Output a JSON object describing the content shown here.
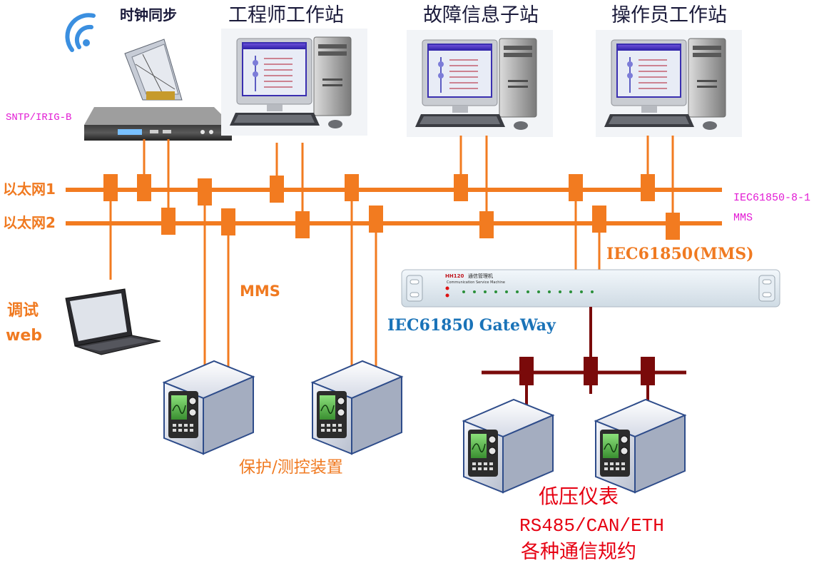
{
  "titles": {
    "time_sync": "时钟同步",
    "engineer_station": "工程师工作站",
    "fault_substation": "故障信息子站",
    "operator_station": "操作员工作站"
  },
  "protocols": {
    "sntp": "SNTP/IRIG-B",
    "iec_8_1": "IEC61850-8-1",
    "mms_small": "MMS",
    "iec_mms": "IEC61850(MMS)",
    "mms_mid": "MMS",
    "gateway": "IEC61850 GateWay"
  },
  "networks": {
    "eth1": "以太网1",
    "eth2": "以太网2"
  },
  "debug": {
    "line1": "调试",
    "line2": "web"
  },
  "gateway_device": {
    "model": "HH120",
    "name_cn": "通信管理机",
    "name_en": "Communication Service Machine"
  },
  "devices": {
    "protection": "保护/测控装置",
    "low_voltage_title": "低压仪表",
    "low_voltage_ports": "RS485/CAN/ETH",
    "low_voltage_protocols": "各种通信规约"
  },
  "colors": {
    "ethernet": "#f27b20",
    "serial_bus": "#7a0a0a",
    "text_orange": "#f07a21",
    "text_blue": "#1a73b8",
    "text_magenta": "#e21bd4",
    "text_red": "#e60012"
  }
}
